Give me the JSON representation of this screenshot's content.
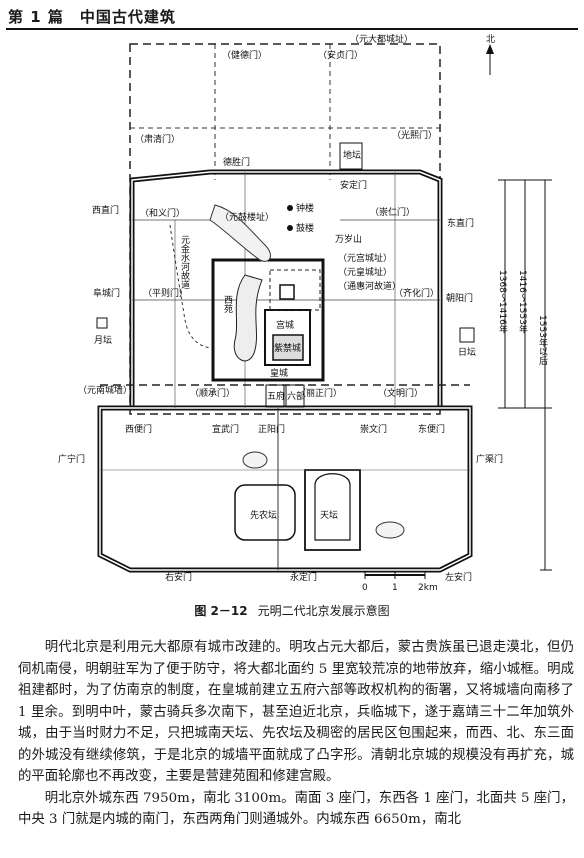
{
  "header": {
    "chapter": "第 1 篇　中国古代建筑"
  },
  "figure": {
    "caption_no": "图 2－12",
    "caption_text": "元明二代北京发展示意图",
    "north": "北",
    "scale": [
      "0",
      "1",
      "2km"
    ],
    "timeline": [
      "1368～1416年",
      "1416～1553年",
      "1553年以后"
    ],
    "labels": {
      "yuan_city_ruins": "（元大都城址）",
      "jiande": "（健德门）",
      "anzhen": "（安贞门）",
      "suqing": "（肃清门）",
      "guangxi": "（光熙门）",
      "deshengmen": "德胜门",
      "anding": "安定门",
      "ditan": "地坛",
      "xizhimen": "西直门",
      "heyi": "（和义门）",
      "yuan_gulou": "（元鼓楼址）",
      "zhonglou": "钟楼",
      "gulou": "鼓楼",
      "chongren": "（崇仁门）",
      "dongzhimen": "东直门",
      "wansui": "万岁山",
      "yuan_gongcheng": "（元宫城址）",
      "yuan_huangcheng": "（元皇城址）",
      "tonghuihe": "（通惠河故道）",
      "yuan_canal": "元金水河故道",
      "fuchengmen": "阜城门",
      "pingze": "（平则门）",
      "qihua": "（齐化门）",
      "chaoyang": "朝阳门",
      "xiyuan": "西苑",
      "gongcheng": "宫城",
      "zijincheng": "紫禁城",
      "huangcheng": "皇城",
      "yuetan": "月坛",
      "ritan": "日坛",
      "yuan_south_wall": "（元南城墙）",
      "shuncheng": "（顺承门）",
      "lizheng": "（丽正门）",
      "wenming": "（文明门）",
      "wufu": "五府",
      "liubu": "六部",
      "xibianmen": "西便门",
      "xuanwumen": "宣武门",
      "zhengyangmen": "正阳门",
      "chongwenmen": "崇文门",
      "dongbianmen": "东便门",
      "guanganmen": "广宁门",
      "guangqumen": "广渠门",
      "xiannongtan": "先农坛",
      "tiantan": "天坛",
      "youanmen": "右安门",
      "yongdingmen": "永定门",
      "zuoanmen": "左安门"
    }
  },
  "body": {
    "p1": "明代北京是利用元大都原有城市改建的。明攻占元大都后，蒙古贵族虽已退走漠北，但仍伺机南侵，明朝驻军为了便于防守，将大都北面约 5 里宽较荒凉的地带放弃，缩小城框。明成祖建都时，为了仿南京的制度，在皇城前建立五府六部等政权机构的衙署，又将城墙向南移了 1 里余。到明中叶，蒙古骑兵多次南下，甚至迫近北京，兵临城下，遂于嘉靖三十二年加筑外城，由于当时财力不足，只把城南天坛、先农坛及稠密的居民区包围起来，而西、北、东三面的外城没有继续修筑，于是北京的城墙平面就成了凸字形。清朝北京城的规模没有再扩充，城的平面轮廓也不再改变，主要是营建苑囿和修建宫殿。",
    "p2": "明北京外城东西 7950m，南北 3100m。南面 3 座门，东西各 1 座门，北面共 5 座门，中央 3 门就是内城的南门，东西两角门则通城外。内城东西 6650m，南北"
  }
}
